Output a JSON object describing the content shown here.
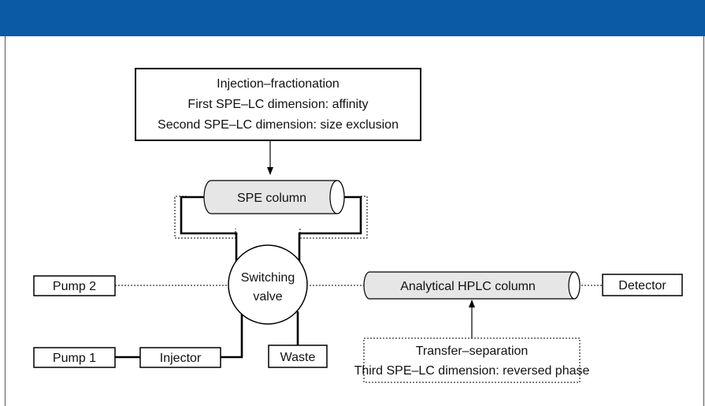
{
  "colors": {
    "banner": "#0a5aa6",
    "column_fill": "#e6e6e6"
  },
  "injection_box": {
    "line1": "Injection–fractionation",
    "line2": "First SPE–LC dimension: affinity",
    "line3": "Second SPE–LC dimension: size exclusion"
  },
  "spe_column": {
    "label": "SPE column"
  },
  "switching_valve": {
    "line1": "Switching",
    "line2": "valve"
  },
  "pump2": {
    "label": "Pump 2"
  },
  "pump1": {
    "label": "Pump 1"
  },
  "injector": {
    "label": "Injector"
  },
  "waste": {
    "label": "Waste"
  },
  "analytical_column": {
    "label": "Analytical HPLC column"
  },
  "detector": {
    "label": "Detector"
  },
  "transfer_box": {
    "line1": "Transfer–separation",
    "line2": "Third SPE–LC dimension: reversed phase"
  }
}
